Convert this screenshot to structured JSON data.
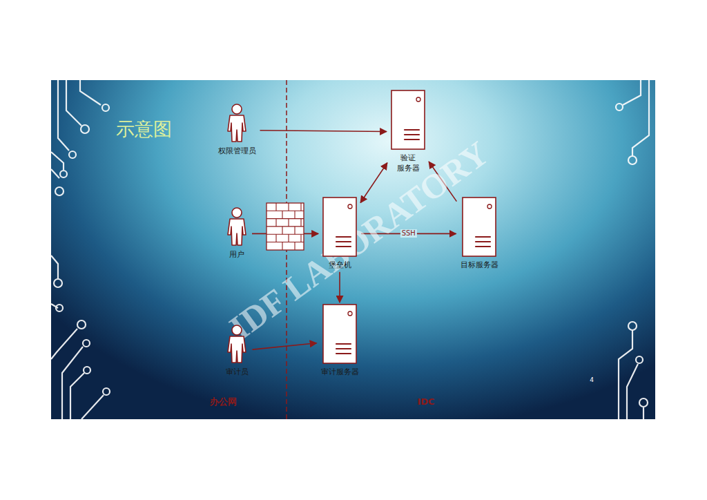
{
  "diagram": {
    "title": "示意图",
    "nodes": [
      {
        "text": [
          "权限管理员"
        ]
      },
      {
        "text": [
          "验证 服务器"
        ]
      },
      {
        "text": [
          "用户"
        ]
      },
      {
        "text": [
          "堡垒机"
        ]
      },
      {
        "text": [
          "目标服务器"
        ]
      },
      {
        "text": [
          "审计员"
        ]
      },
      {
        "text": [
          "审计服务器"
        ]
      }
    ],
    "edges": [
      {
        "from": 0,
        "to": 1,
        "arrow": "to"
      },
      {
        "from": 2,
        "to": 3,
        "arrow": "to"
      },
      {
        "from": 3,
        "to": 1,
        "arrow": "both"
      },
      {
        "from": 3,
        "to": 4,
        "label": "SSH",
        "arrow": "to"
      },
      {
        "from": 4,
        "to": 1,
        "arrow": "to"
      },
      {
        "from": 3,
        "to": 6,
        "arrow": "to"
      },
      {
        "from": 5,
        "to": 6,
        "arrow": "to"
      }
    ],
    "labels": [
      "办公网",
      "IDC",
      "4",
      "IDF LABORATORY"
    ]
  }
}
